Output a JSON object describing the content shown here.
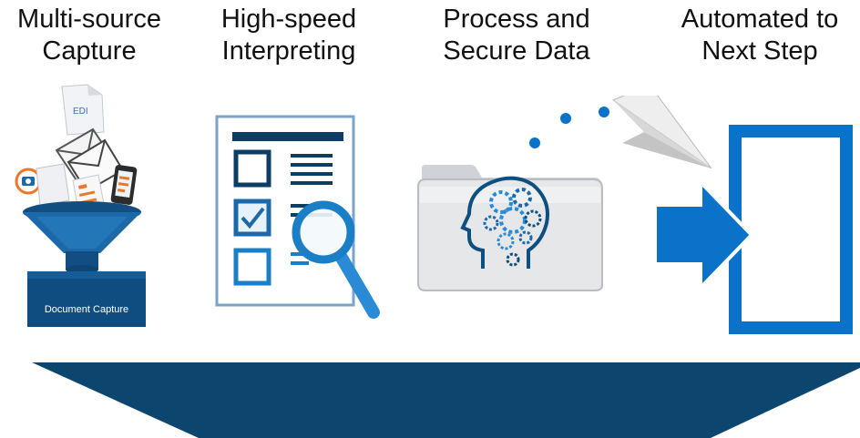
{
  "stages": [
    {
      "title": "Multi-source\nCapture"
    },
    {
      "title": "High-speed\nInterpreting"
    },
    {
      "title": "Process and\nSecure Data"
    },
    {
      "title": "Automated to\nNext Step"
    }
  ],
  "capture": {
    "doc_label": "EDI",
    "box_label": "Document Capture"
  },
  "icons": {
    "stage1": "funnel-icon",
    "stage2": "checklist-magnifier-icon",
    "stage3": "brain-gears-folder-icon",
    "stage4": "paper-plane-enter-icon"
  },
  "colors": {
    "primary_blue": "#0a72c9",
    "dark_navy": "#0c466e",
    "funnel_blue": "#1b69a8",
    "orange_accent": "#e8782c"
  }
}
